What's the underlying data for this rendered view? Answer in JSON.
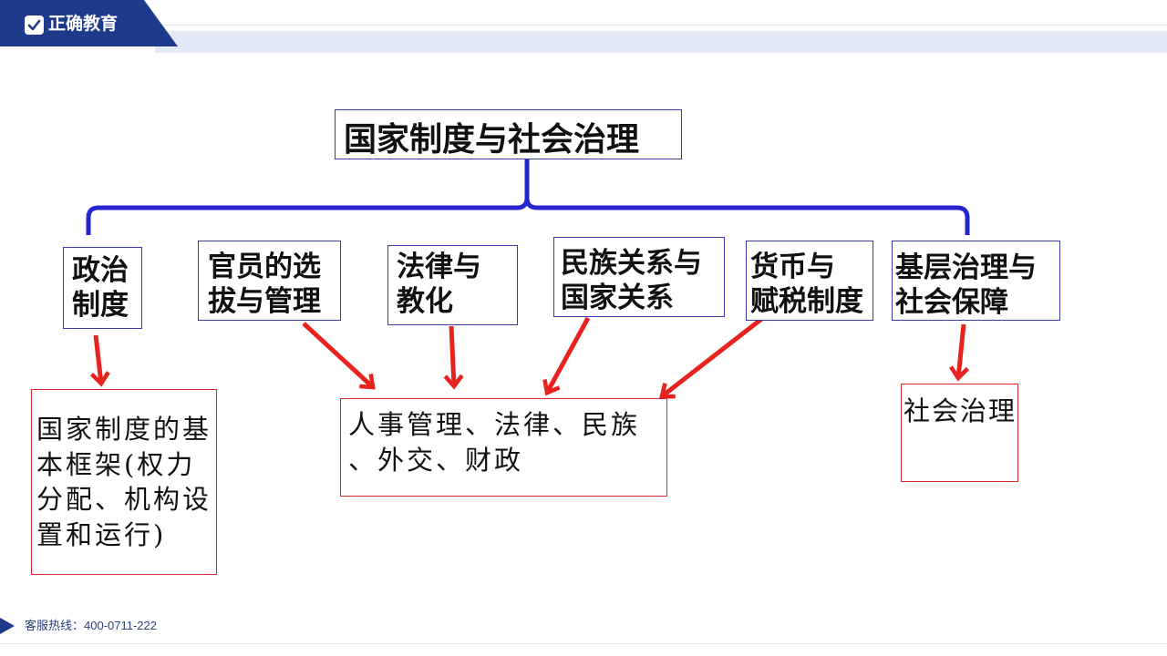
{
  "header": {
    "brand": "正确教育",
    "brand_icon": "check-icon"
  },
  "diagram": {
    "root": "国家制度与社会治理",
    "categories": [
      {
        "lines": [
          "政治",
          "制度"
        ]
      },
      {
        "lines": [
          "官员的选",
          "拔与管理"
        ]
      },
      {
        "lines": [
          "法律与",
          "教化"
        ]
      },
      {
        "lines": [
          "民族关系与",
          "国家关系"
        ]
      },
      {
        "lines": [
          "货币与",
          "赋税制度"
        ]
      },
      {
        "lines": [
          "基层治理与",
          "社会保障"
        ]
      }
    ],
    "details": [
      {
        "lines": [
          "国家制度的基",
          "本框架(权力",
          "分配、机构设",
          "置和运行)"
        ]
      },
      {
        "lines": [
          "人事管理、法律、民族",
          "、外交、财政"
        ]
      },
      {
        "lines": [
          "社会治理"
        ]
      }
    ],
    "links": [
      {
        "from": 0,
        "to": 0
      },
      {
        "from": 1,
        "to": 1
      },
      {
        "from": 2,
        "to": 1
      },
      {
        "from": 3,
        "to": 1
      },
      {
        "from": 4,
        "to": 1
      },
      {
        "from": 5,
        "to": 2
      }
    ]
  },
  "footer": {
    "hotline": "客服热线：400-0711-222",
    "icon": "footer-triangle-icon"
  },
  "colors": {
    "brand": "#1e3a8a",
    "header_band": "#e4e9f6",
    "node_border": "#3b3bab",
    "brace": "#2525cf",
    "arrow": "#e8231f",
    "detail_border": "#d42a2a",
    "footer_text": "#2b3f78"
  }
}
